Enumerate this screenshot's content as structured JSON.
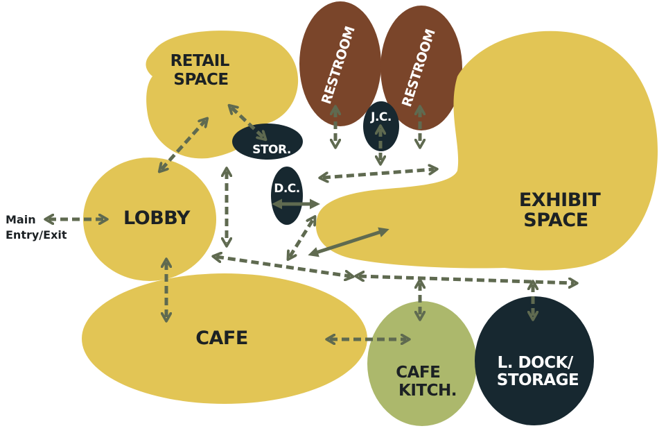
{
  "colors": {
    "public_space": "#e2c555",
    "restroom": "#7a452a",
    "support": "#172830",
    "cafe_kitchen": "#acb86c",
    "flow_arrow": "#5f6a50",
    "label_dark": "#1c2124",
    "label_light": "#ffffff"
  },
  "spaces": {
    "retail": {
      "line1": "RETAIL",
      "line2": "SPACE"
    },
    "restroom_1": {
      "label": "RESTROOM"
    },
    "restroom_2": {
      "label": "RESTROOM"
    },
    "janitor_closet": {
      "label": "J.C."
    },
    "storage": {
      "label": "STOR."
    },
    "dc": {
      "label": "D.C."
    },
    "lobby": {
      "label": "LOBBY"
    },
    "exhibit": {
      "line1": "EXHIBIT",
      "line2": "SPACE"
    },
    "cafe": {
      "label": "CAFE"
    },
    "cafe_kitchen": {
      "line1": "CAFE",
      "line2": "KITCH."
    },
    "loading_dock": {
      "line1": "L. DOCK/",
      "line2": "STORAGE"
    }
  },
  "entry": {
    "line1": "Main",
    "line2": "Entry/Exit"
  }
}
